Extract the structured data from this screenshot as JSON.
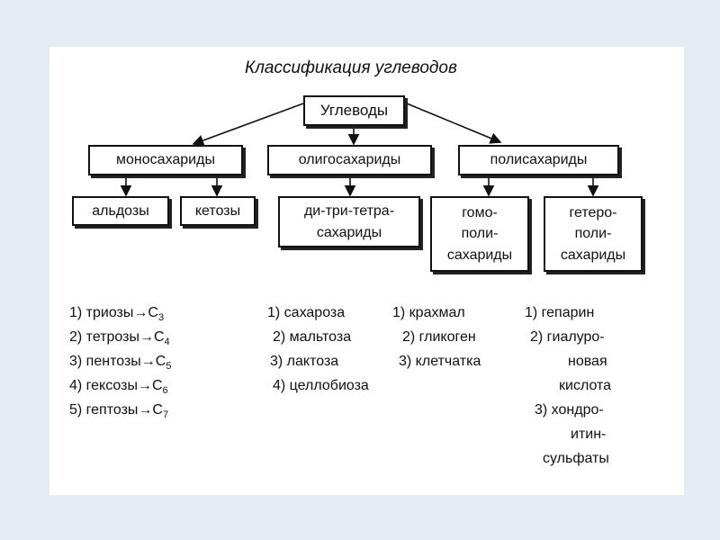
{
  "title": "Классификация углеводов",
  "root": "Углеводы",
  "level1": [
    "моносахариды",
    "олигосахариды",
    "полисахариды"
  ],
  "level2": {
    "aldozy": "альдозы",
    "ketozy": "кетозы",
    "oligo": [
      "ди-три-тетра-",
      "сахариды"
    ],
    "homo": [
      "гомо-",
      "поли-",
      "сахариды"
    ],
    "hetero": [
      "гетеро-",
      "поли-",
      "сахариды"
    ]
  },
  "mono_list": [
    {
      "n": "1) триозы→C",
      "sub": "3"
    },
    {
      "n": "2) тетрозы→C",
      "sub": "4"
    },
    {
      "n": "3) пентозы→C",
      "sub": "5"
    },
    {
      "n": "4) гексозы→C",
      "sub": "6"
    },
    {
      "n": "5) гептозы→C",
      "sub": "7"
    }
  ],
  "oligo_list": [
    "1) сахароза",
    "2) мальтоза",
    "3) лактоза",
    "4) целлобиоза"
  ],
  "homo_list": [
    "1) крахмал",
    "2) гликоген",
    "3) клетчатка"
  ],
  "hetero_list": [
    "1) гепарин",
    "2) гиалуро-",
    "новая",
    "кислота",
    "3) хондро-",
    "итин-",
    "сульфаты"
  ]
}
